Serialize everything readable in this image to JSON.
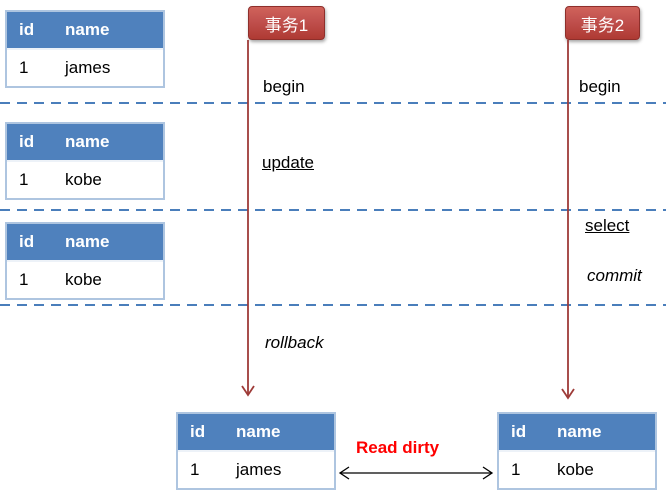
{
  "colors": {
    "table_header_blue": "#4F81BD",
    "table_border_blue": "#AEC5E0",
    "transaction_box_red": "#C0504D",
    "transaction_box_border_red": "#8E2F2B",
    "timeline_line_red": "#9E3B38",
    "separator_dashed_blue": "#4A7EBB",
    "read_dirty_red": "#FF0000",
    "table_text_black": "#000000"
  },
  "transactions": {
    "tx1": {
      "label": "事务1",
      "events": {
        "begin": "begin",
        "update": "update",
        "rollback": "rollback"
      }
    },
    "tx2": {
      "label": "事务2",
      "events": {
        "begin": "begin",
        "select": "select",
        "commit": "commit"
      }
    }
  },
  "snapshots": [
    {
      "columns": [
        "id",
        "name"
      ],
      "row": [
        "1",
        "james"
      ]
    },
    {
      "columns": [
        "id",
        "name"
      ],
      "row": [
        "1",
        "kobe"
      ]
    },
    {
      "columns": [
        "id",
        "name"
      ],
      "row": [
        "1",
        "kobe"
      ]
    }
  ],
  "results": [
    {
      "columns": [
        "id",
        "name"
      ],
      "row": [
        "1",
        "james"
      ]
    },
    {
      "columns": [
        "id",
        "name"
      ],
      "row": [
        "1",
        "kobe"
      ]
    }
  ],
  "annotations": {
    "read_dirty": "Read dirty"
  }
}
